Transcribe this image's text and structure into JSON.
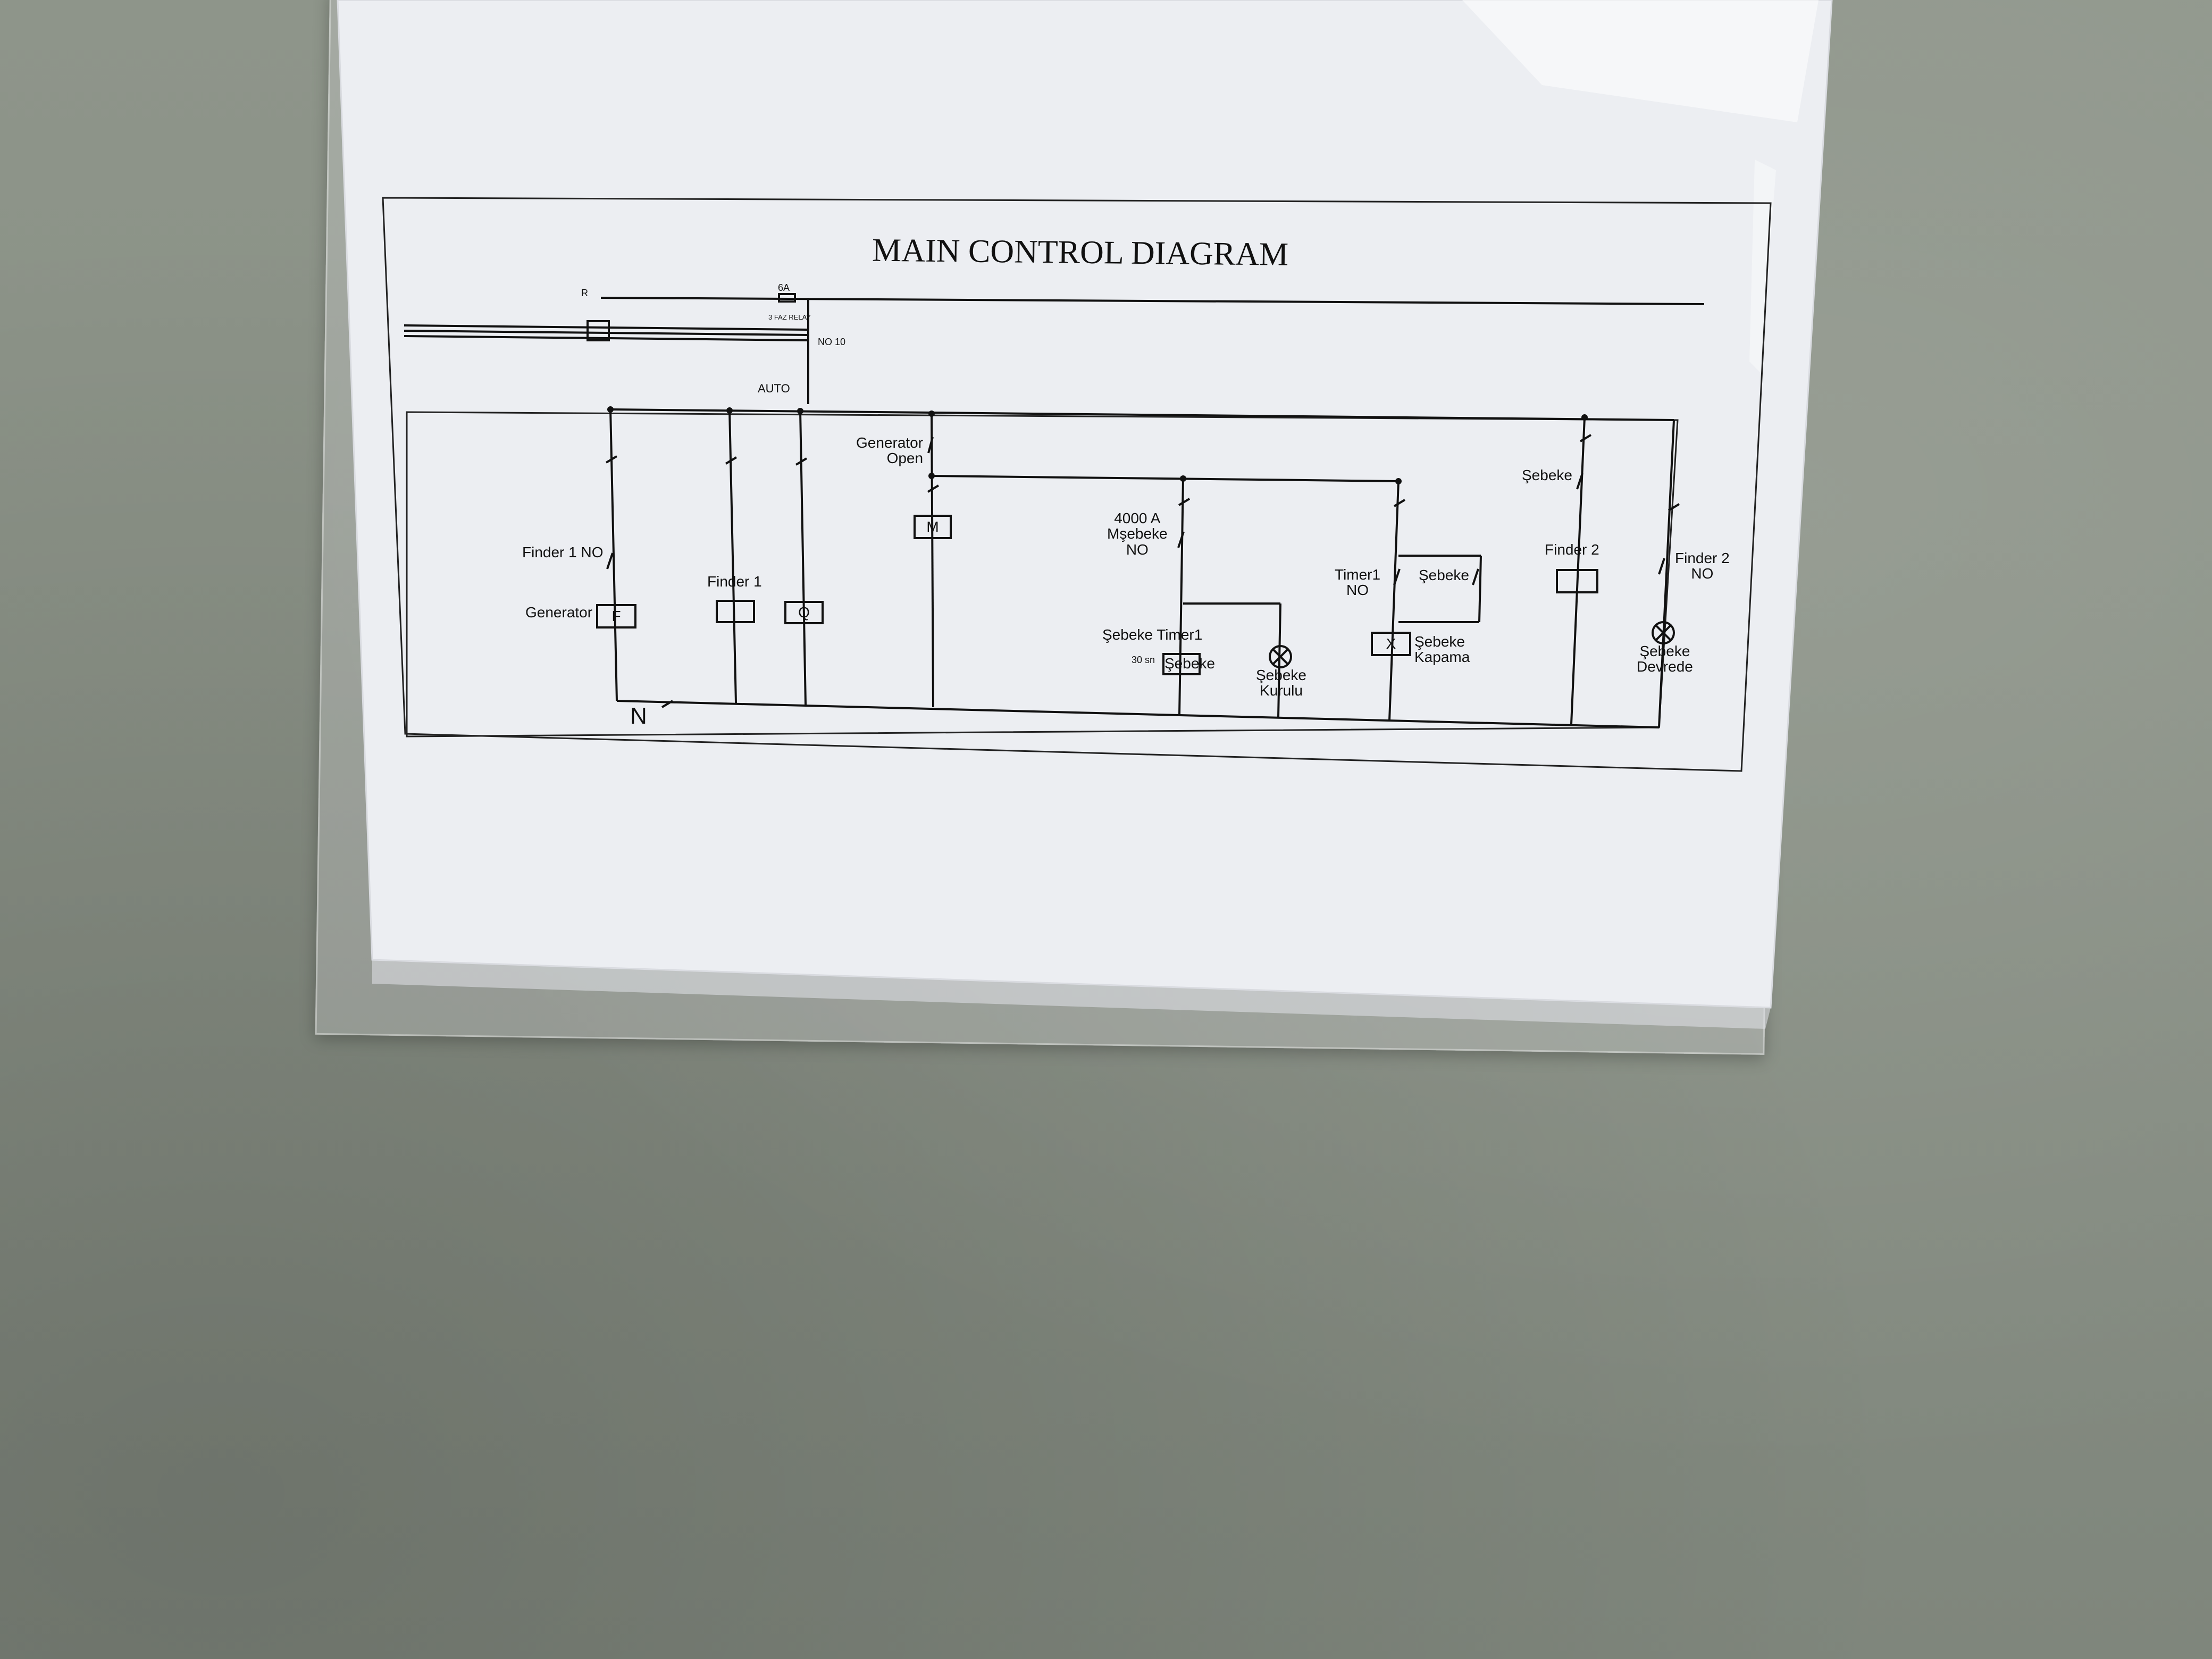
{
  "diagram": {
    "title": "MAIN CONTROL DIAGRAM",
    "labels": {
      "r_line": "R",
      "fuse": "6A",
      "relay": "3 FAZ RELAY",
      "auto": "AUTO",
      "no10": "NO 10",
      "generator_open": "Generator\nOpen",
      "finder1_no": "Finder 1 NO",
      "generator": "Generator",
      "finder1": "Finder 1",
      "mseb_4000a": "4000 A\nMşebeke\nNO",
      "sebeke_timer1": "Şebeke Timer1",
      "sebeke_coil": "Şebeke",
      "sebeke_kurulu": "Şebeke\nKurulu",
      "timer1_no": "Timer1\nNO",
      "sebeke_contact": "Şebeke",
      "sebeke_kapama": "Şebeke\nKapama",
      "sebeke_40": "Şebeke",
      "finder2": "Finder 2",
      "finder2_no": "Finder 2\nNO",
      "sebeke_devrede": "Şebeke\nDevrede",
      "neutral": "N",
      "timer_30sn": "30 sn"
    },
    "coils": {
      "f": "F",
      "q": "Q",
      "m": "M",
      "x": "X"
    }
  }
}
